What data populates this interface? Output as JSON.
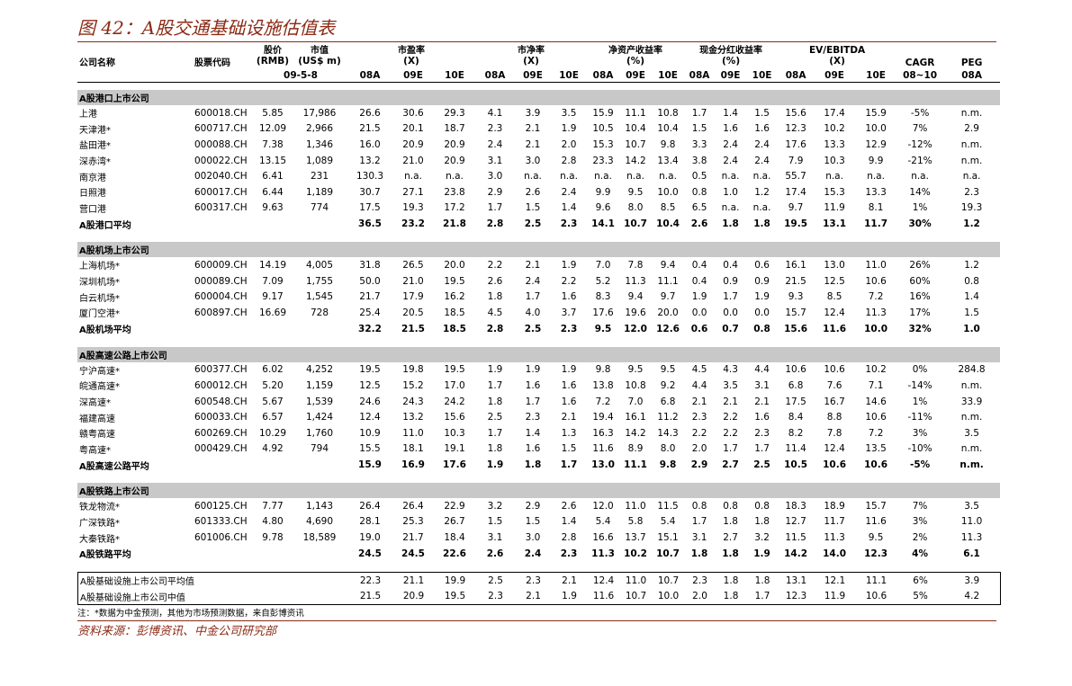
{
  "title": "图 42：A股交通基础设施估值表",
  "header": {
    "company": "公司名称",
    "code": "股票代码",
    "price": "股价",
    "price_unit": "(RMB)",
    "mcap": "市值",
    "mcap_unit": "(US$ m)",
    "date": "09-5-8",
    "pe": "市盈率",
    "pe_unit": "(X)",
    "pb": "市净率",
    "pb_unit": "(X)",
    "roe": "净资产收益率",
    "roe_unit": "(%)",
    "div": "现金分红收益率",
    "div_unit": "(%)",
    "ev": "EV/EBITDA",
    "ev_unit": "(X)",
    "cagr": "CAGR",
    "cagr_years": "08~10",
    "peg": "PEG",
    "peg_year": "08A",
    "years": [
      "08A",
      "09E",
      "10E"
    ]
  },
  "sections": [
    {
      "name": "A股港口上市公司",
      "rows": [
        [
          "上港",
          "600018.CH",
          "5.85",
          "17,986",
          "26.6",
          "30.6",
          "29.3",
          "4.1",
          "3.9",
          "3.5",
          "15.9",
          "11.1",
          "10.8",
          "1.7",
          "1.4",
          "1.5",
          "15.6",
          "17.4",
          "15.9",
          "-5%",
          "n.m."
        ],
        [
          "天津港*",
          "600717.CH",
          "12.09",
          "2,966",
          "21.5",
          "20.1",
          "18.7",
          "2.3",
          "2.1",
          "1.9",
          "10.5",
          "10.4",
          "10.4",
          "1.5",
          "1.6",
          "1.6",
          "12.3",
          "10.2",
          "10.0",
          "7%",
          "2.9"
        ],
        [
          "盐田港*",
          "000088.CH",
          "7.38",
          "1,346",
          "16.0",
          "20.9",
          "20.9",
          "2.4",
          "2.1",
          "2.0",
          "15.3",
          "10.7",
          "9.8",
          "3.3",
          "2.4",
          "2.4",
          "17.6",
          "13.3",
          "12.9",
          "-12%",
          "n.m."
        ],
        [
          "深赤湾*",
          "000022.CH",
          "13.15",
          "1,089",
          "13.2",
          "21.0",
          "20.9",
          "3.1",
          "3.0",
          "2.8",
          "23.3",
          "14.2",
          "13.4",
          "3.8",
          "2.4",
          "2.4",
          "7.9",
          "10.3",
          "9.9",
          "-21%",
          "n.m."
        ],
        [
          "南京港",
          "002040.CH",
          "6.41",
          "231",
          "130.3",
          "n.a.",
          "n.a.",
          "3.0",
          "n.a.",
          "n.a.",
          "n.a.",
          "n.a.",
          "n.a.",
          "0.5",
          "n.a.",
          "n.a.",
          "55.7",
          "n.a.",
          "n.a.",
          "n.a.",
          "n.a."
        ],
        [
          "日照港",
          "600017.CH",
          "6.44",
          "1,189",
          "30.7",
          "27.1",
          "23.8",
          "2.9",
          "2.6",
          "2.4",
          "9.9",
          "9.5",
          "10.0",
          "0.8",
          "1.0",
          "1.2",
          "17.4",
          "15.3",
          "13.3",
          "14%",
          "2.3"
        ],
        [
          "营口港",
          "600317.CH",
          "9.63",
          "774",
          "17.5",
          "19.3",
          "17.2",
          "1.7",
          "1.5",
          "1.4",
          "9.6",
          "8.0",
          "8.5",
          "6.5",
          "n.a.",
          "n.a.",
          "9.7",
          "11.9",
          "8.1",
          "1%",
          "19.3"
        ]
      ],
      "avg": [
        "A股港口平均",
        "36.5",
        "23.2",
        "21.8",
        "2.8",
        "2.5",
        "2.3",
        "14.1",
        "10.7",
        "10.4",
        "2.6",
        "1.8",
        "1.8",
        "19.5",
        "13.1",
        "11.7",
        "30%",
        "1.2"
      ]
    },
    {
      "name": "A股机场上市公司",
      "rows": [
        [
          "上海机场*",
          "600009.CH",
          "14.19",
          "4,005",
          "31.8",
          "26.5",
          "20.0",
          "2.2",
          "2.1",
          "1.9",
          "7.0",
          "7.8",
          "9.4",
          "0.4",
          "0.4",
          "0.6",
          "16.1",
          "13.0",
          "11.0",
          "26%",
          "1.2"
        ],
        [
          "深圳机场*",
          "000089.CH",
          "7.09",
          "1,755",
          "50.0",
          "21.0",
          "19.5",
          "2.6",
          "2.4",
          "2.2",
          "5.2",
          "11.3",
          "11.1",
          "0.4",
          "0.9",
          "0.9",
          "21.5",
          "12.5",
          "10.6",
          "60%",
          "0.8"
        ],
        [
          "白云机场*",
          "600004.CH",
          "9.17",
          "1,545",
          "21.7",
          "17.9",
          "16.2",
          "1.8",
          "1.7",
          "1.6",
          "8.3",
          "9.4",
          "9.7",
          "1.9",
          "1.7",
          "1.9",
          "9.3",
          "8.5",
          "7.2",
          "16%",
          "1.4"
        ],
        [
          "厦门空港*",
          "600897.CH",
          "16.69",
          "728",
          "25.4",
          "20.5",
          "18.5",
          "4.5",
          "4.0",
          "3.7",
          "17.6",
          "19.6",
          "20.0",
          "0.0",
          "0.0",
          "0.0",
          "15.7",
          "12.4",
          "11.3",
          "17%",
          "1.5"
        ]
      ],
      "avg": [
        "A股机场平均",
        "32.2",
        "21.5",
        "18.5",
        "2.8",
        "2.5",
        "2.3",
        "9.5",
        "12.0",
        "12.6",
        "0.6",
        "0.7",
        "0.8",
        "15.6",
        "11.6",
        "10.0",
        "32%",
        "1.0"
      ]
    },
    {
      "name": "A股高速公路上市公司",
      "rows": [
        [
          "宁沪高速*",
          "600377.CH",
          "6.02",
          "4,252",
          "19.5",
          "19.8",
          "19.5",
          "1.9",
          "1.9",
          "1.9",
          "9.8",
          "9.5",
          "9.5",
          "4.5",
          "4.3",
          "4.4",
          "10.6",
          "10.6",
          "10.2",
          "0%",
          "284.8"
        ],
        [
          "皖通高速*",
          "600012.CH",
          "5.20",
          "1,159",
          "12.5",
          "15.2",
          "17.0",
          "1.7",
          "1.6",
          "1.6",
          "13.8",
          "10.8",
          "9.2",
          "4.4",
          "3.5",
          "3.1",
          "6.8",
          "7.6",
          "7.1",
          "-14%",
          "n.m."
        ],
        [
          "深高速*",
          "600548.CH",
          "5.67",
          "1,539",
          "24.6",
          "24.3",
          "24.2",
          "1.8",
          "1.7",
          "1.6",
          "7.2",
          "7.0",
          "6.8",
          "2.1",
          "2.1",
          "2.1",
          "17.5",
          "16.7",
          "14.6",
          "1%",
          "33.9"
        ],
        [
          "福建高速",
          "600033.CH",
          "6.57",
          "1,424",
          "12.4",
          "13.2",
          "15.6",
          "2.5",
          "2.3",
          "2.1",
          "19.4",
          "16.1",
          "11.2",
          "2.3",
          "2.2",
          "1.6",
          "8.4",
          "8.8",
          "10.6",
          "-11%",
          "n.m."
        ],
        [
          "赣粤高速",
          "600269.CH",
          "10.29",
          "1,760",
          "10.9",
          "11.0",
          "10.3",
          "1.7",
          "1.4",
          "1.3",
          "16.3",
          "14.2",
          "14.3",
          "2.2",
          "2.2",
          "2.3",
          "8.2",
          "7.8",
          "7.2",
          "3%",
          "3.5"
        ],
        [
          "粤高速*",
          "000429.CH",
          "4.92",
          "794",
          "15.5",
          "18.1",
          "19.1",
          "1.8",
          "1.6",
          "1.5",
          "11.6",
          "8.9",
          "8.0",
          "2.0",
          "1.7",
          "1.7",
          "11.4",
          "12.4",
          "13.5",
          "-10%",
          "n.m."
        ]
      ],
      "avg": [
        "A股高速公路平均",
        "15.9",
        "16.9",
        "17.6",
        "1.9",
        "1.8",
        "1.7",
        "13.0",
        "11.1",
        "9.8",
        "2.9",
        "2.7",
        "2.5",
        "10.5",
        "10.6",
        "10.6",
        "-5%",
        "n.m."
      ]
    },
    {
      "name": "A股铁路上市公司",
      "rows": [
        [
          "铁龙物流*",
          "600125.CH",
          "7.77",
          "1,143",
          "26.4",
          "26.4",
          "22.9",
          "3.2",
          "2.9",
          "2.6",
          "12.0",
          "11.0",
          "11.5",
          "0.8",
          "0.8",
          "0.8",
          "18.3",
          "18.9",
          "15.7",
          "7%",
          "3.5"
        ],
        [
          "广深铁路*",
          "601333.CH",
          "4.80",
          "4,690",
          "28.1",
          "25.3",
          "26.7",
          "1.5",
          "1.5",
          "1.4",
          "5.4",
          "5.8",
          "5.4",
          "1.7",
          "1.8",
          "1.8",
          "12.7",
          "11.7",
          "11.6",
          "3%",
          "11.0"
        ],
        [
          "大秦铁路*",
          "601006.CH",
          "9.78",
          "18,589",
          "19.0",
          "21.7",
          "18.4",
          "3.1",
          "3.0",
          "2.8",
          "16.6",
          "13.7",
          "15.1",
          "3.1",
          "2.7",
          "3.2",
          "11.5",
          "11.3",
          "9.5",
          "2%",
          "11.3"
        ]
      ],
      "avg": [
        "A股铁路平均",
        "24.5",
        "24.5",
        "22.6",
        "2.6",
        "2.4",
        "2.3",
        "11.3",
        "10.2",
        "10.7",
        "1.8",
        "1.8",
        "1.9",
        "14.2",
        "14.0",
        "12.3",
        "4%",
        "6.1"
      ]
    }
  ],
  "summary": [
    [
      "A股基础设施上市公司平均值",
      "22.3",
      "21.1",
      "19.9",
      "2.5",
      "2.3",
      "2.1",
      "12.4",
      "11.0",
      "10.7",
      "2.3",
      "1.8",
      "1.8",
      "13.1",
      "12.1",
      "11.1",
      "6%",
      "3.9"
    ],
    [
      "A股基础设施上市公司中值",
      "21.5",
      "20.9",
      "19.5",
      "2.3",
      "2.1",
      "1.9",
      "11.6",
      "10.7",
      "10.0",
      "2.0",
      "1.8",
      "1.7",
      "12.3",
      "11.9",
      "10.6",
      "5%",
      "4.2"
    ]
  ],
  "note": "注：*数据为中金预测，其他为市场预测数据，来自彭博资讯",
  "source": "资料来源：彭博资讯、中金公司研究部",
  "colors": {
    "accent": "#8B2A14",
    "section_bg": "#C8C8C8"
  }
}
